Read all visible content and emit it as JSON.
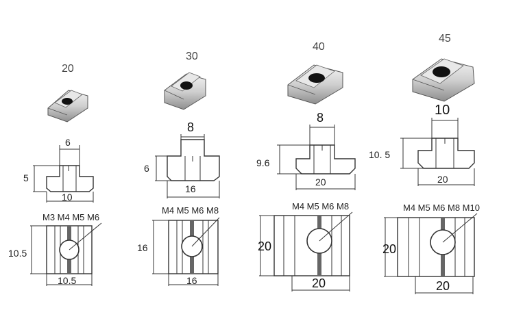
{
  "columns": [
    {
      "series": "20",
      "top_width": "6",
      "height": "5",
      "base_width": "10",
      "threads": "M3 M4 M5 M6",
      "face_height": "10.5",
      "face_width": "10.5"
    },
    {
      "series": "30",
      "top_width": "8",
      "height": "6",
      "base_width": "16",
      "threads": "M4 M5 M6 M8",
      "face_height": "16",
      "face_width": "16"
    },
    {
      "series": "40",
      "top_width": "8",
      "height": "9.6",
      "base_width": "20",
      "threads": "M4 M5 M6 M8",
      "face_height": "20",
      "face_width": "20"
    },
    {
      "series": "45",
      "top_width": "10",
      "height": "10. 5",
      "base_width": "20",
      "threads": "M4 M5 M6 M8 M10",
      "face_height": "20",
      "face_width": "20"
    }
  ]
}
